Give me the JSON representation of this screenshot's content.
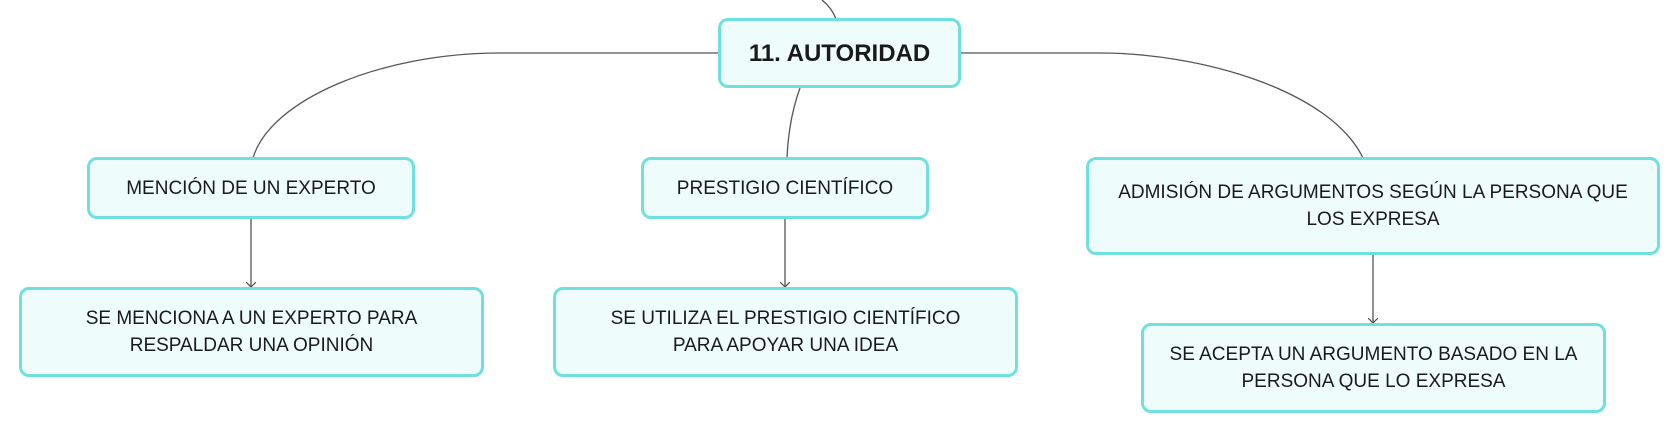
{
  "diagram": {
    "root": {
      "label": "11. AUTORIDAD"
    },
    "branches": [
      {
        "label": "MENCIÓN DE UN EXPERTO",
        "child": "SE MENCIONA A UN EXPERTO PARA RESPALDAR UNA OPINIÓN"
      },
      {
        "label": "PRESTIGIO CIENTÍFICO",
        "child": "SE UTILIZA EL PRESTIGIO CIENTÍFICO PARA APOYAR UNA IDEA"
      },
      {
        "label": "ADMISIÓN DE ARGUMENTOS SEGÚN LA PERSONA QUE LOS EXPRESA",
        "child": "SE ACEPTA UN ARGUMENTO BASADO EN LA PERSONA QUE LO EXPRESA"
      }
    ]
  },
  "colors": {
    "node_fill": "#effcfc",
    "node_border": "#6fe0de",
    "connector": "#555555"
  }
}
